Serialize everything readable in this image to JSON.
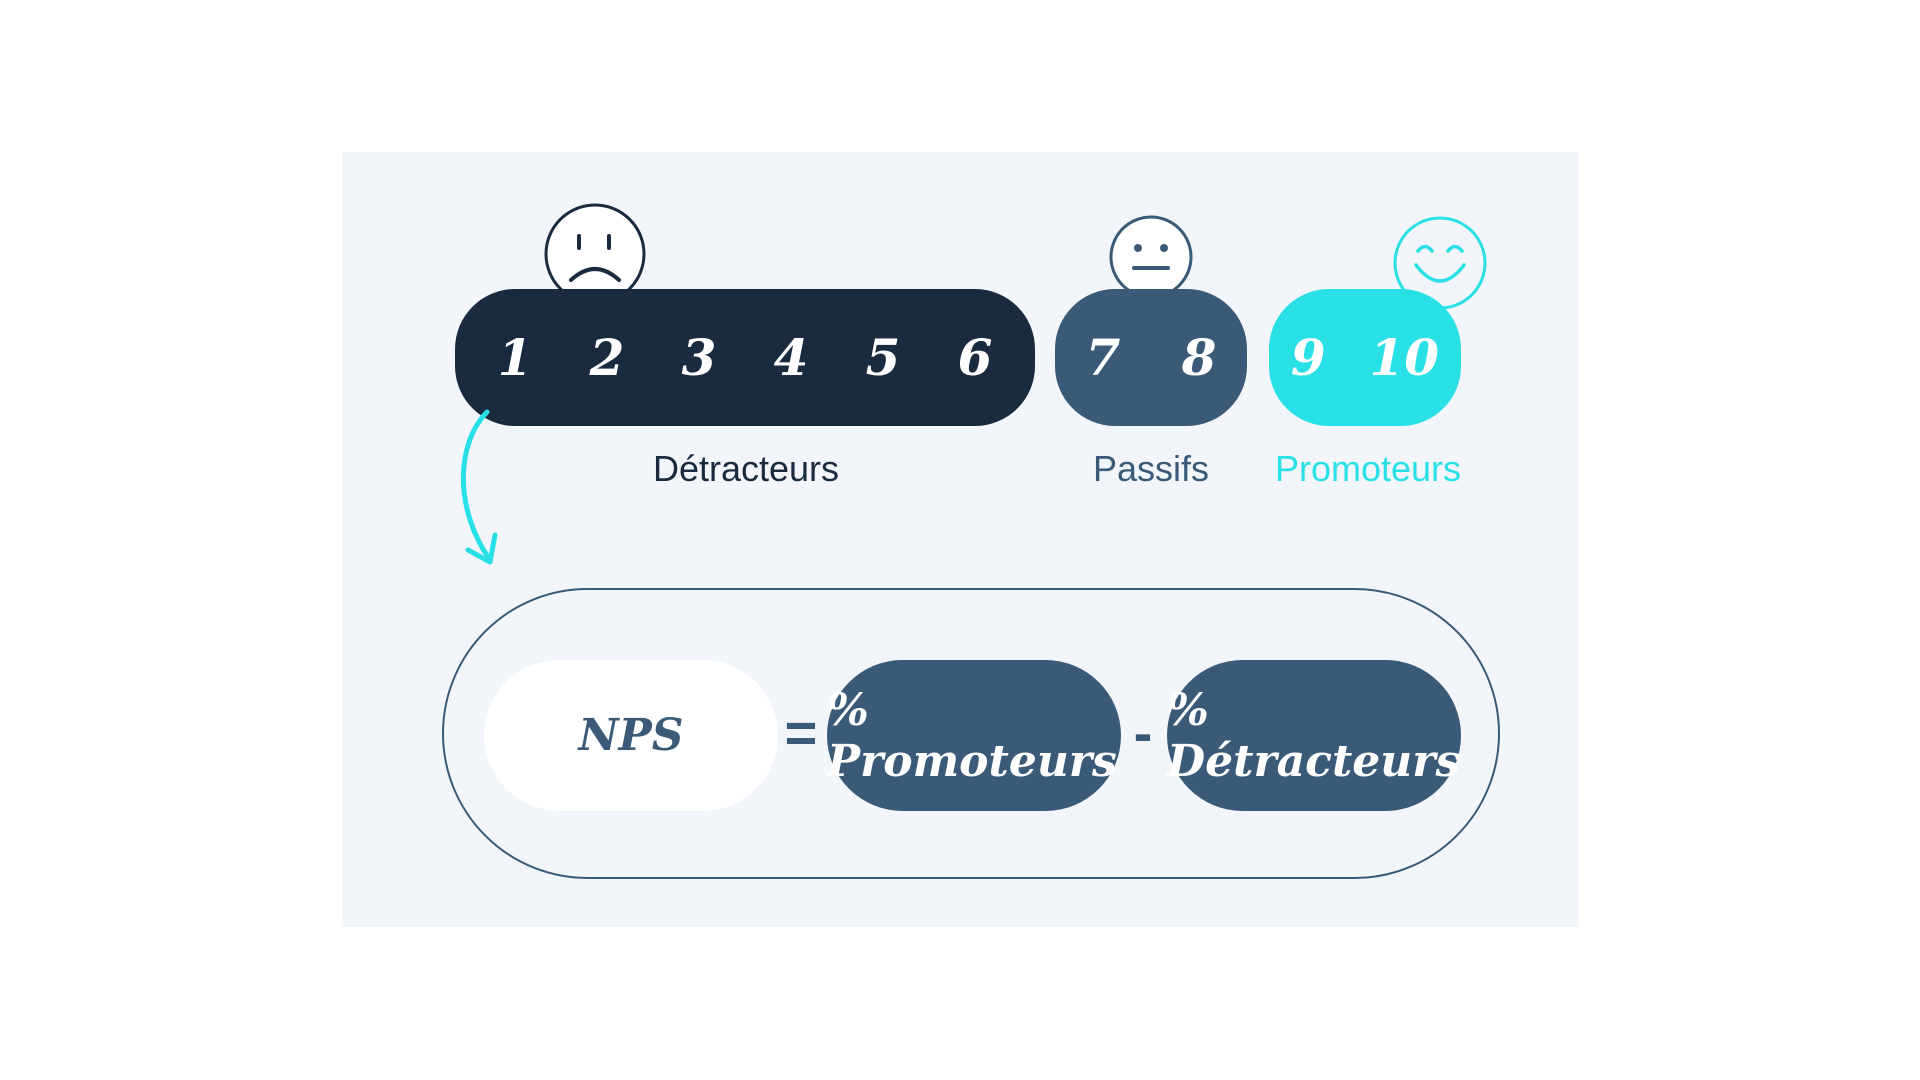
{
  "colors": {
    "detractors": "#1a2b40",
    "passives": "#3a5a78",
    "promoters": "#29e0e6",
    "panel": "#f2f6fb"
  },
  "scale": {
    "detractors": {
      "scores": [
        "1",
        "2",
        "3",
        "4",
        "5",
        "6"
      ],
      "label": "Détracteurs",
      "icon": "sad-face-icon"
    },
    "passives": {
      "scores": [
        "7",
        "8"
      ],
      "label": "Passifs",
      "icon": "neutral-face-icon"
    },
    "promoters": {
      "scores": [
        "9",
        "10"
      ],
      "label": "Promoteurs",
      "icon": "happy-face-icon"
    }
  },
  "formula": {
    "result": "NPS",
    "equals": "=",
    "term1": "% Promoteurs",
    "minus": "-",
    "term2": "% Détracteurs"
  }
}
